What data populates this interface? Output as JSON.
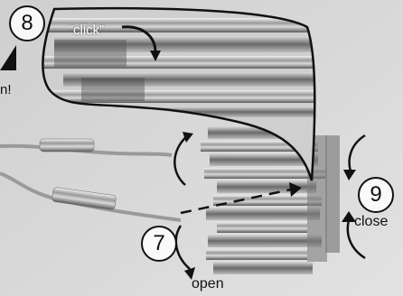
{
  "steps": {
    "step_open": "7",
    "step_click": "8",
    "step_close": "9"
  },
  "labels": {
    "click": "“click”",
    "open": "open",
    "close": "close",
    "cut_text": "n!"
  },
  "colors": {
    "background": "#d6d6d6",
    "outline": "#111111",
    "metal_light": "#bdbdbd",
    "metal_dark": "#4a4a4a"
  },
  "icons": {
    "warning": "warning-triangle-icon",
    "arrows": "curved-arrow-icon"
  }
}
